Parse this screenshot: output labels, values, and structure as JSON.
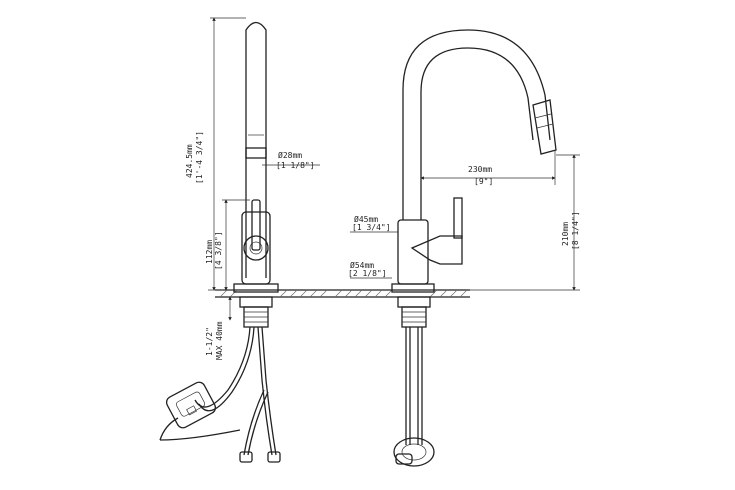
{
  "dimensions": {
    "total_height_mm": "424.5mm",
    "total_height_in": "[1'-4 3/4\"]",
    "spout_dia_mm": "Ø28mm",
    "spout_dia_in": "[1 1/8\"]",
    "handle_height_mm": "112mm",
    "handle_height_in": "[4 3/8\"]",
    "thread_size": "1-1/2\"",
    "max_deck": "MAX 40mm",
    "reach_mm": "230mm",
    "reach_in": "[9\"]",
    "body_dia_mm": "Ø45mm",
    "body_dia_in": "[1 3/4\"]",
    "base_dia_mm": "Ø54mm",
    "base_dia_in": "[2 1/8\"]",
    "spout_height_mm": "210mm",
    "spout_height_in": "[8 1/4\"]"
  }
}
